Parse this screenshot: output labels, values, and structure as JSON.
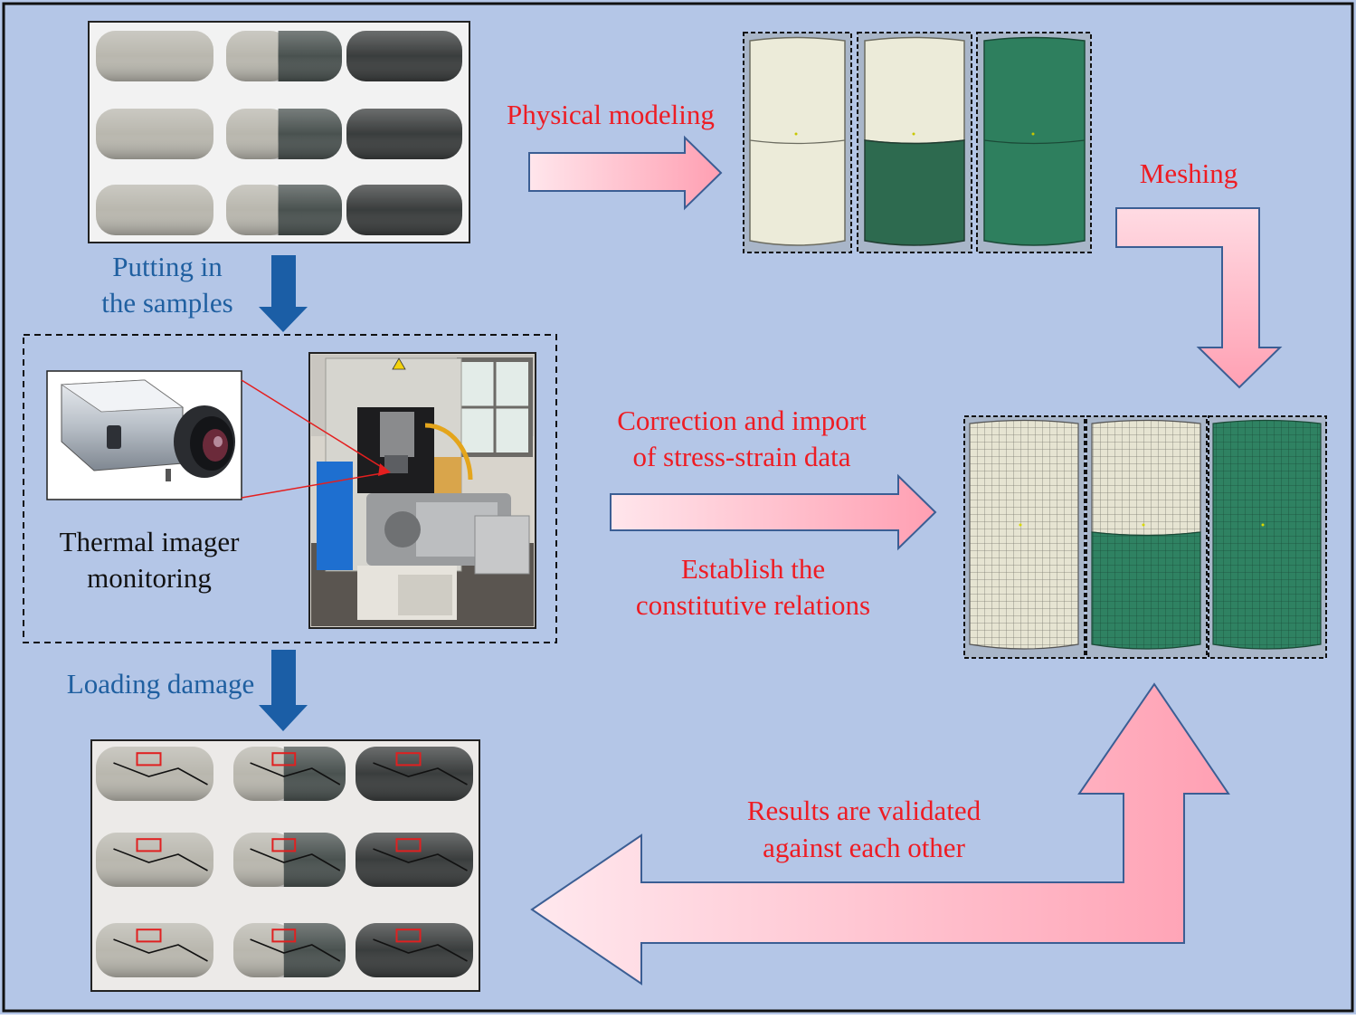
{
  "colors": {
    "background": "#b4c6e7",
    "red_text": "#ee1c23",
    "blue_text": "#1f5fa0",
    "blue_arrow": "#1b5ea6",
    "pink_arrow": "#ffa3b5",
    "model_cream": "#ecebd9",
    "model_green": "#2e7f5e"
  },
  "labels": {
    "physical_modeling": "Physical modeling",
    "meshing": "Meshing",
    "putting_in_line1": "Putting in",
    "putting_in_line2": "the samples",
    "thermal_line1": "Thermal imager",
    "thermal_line2": "monitoring",
    "correction_line1": "Correction and import",
    "correction_line2": "of stress-strain data",
    "establish_line1": "Establish the",
    "establish_line2": "constitutive relations",
    "loading_damage": "Loading damage",
    "results_line1": "Results are validated",
    "results_line2": "against each other"
  },
  "icons": {
    "thermal_camera": "thermal-camera-icon",
    "test_machine": "compression-test-machine-photo"
  }
}
